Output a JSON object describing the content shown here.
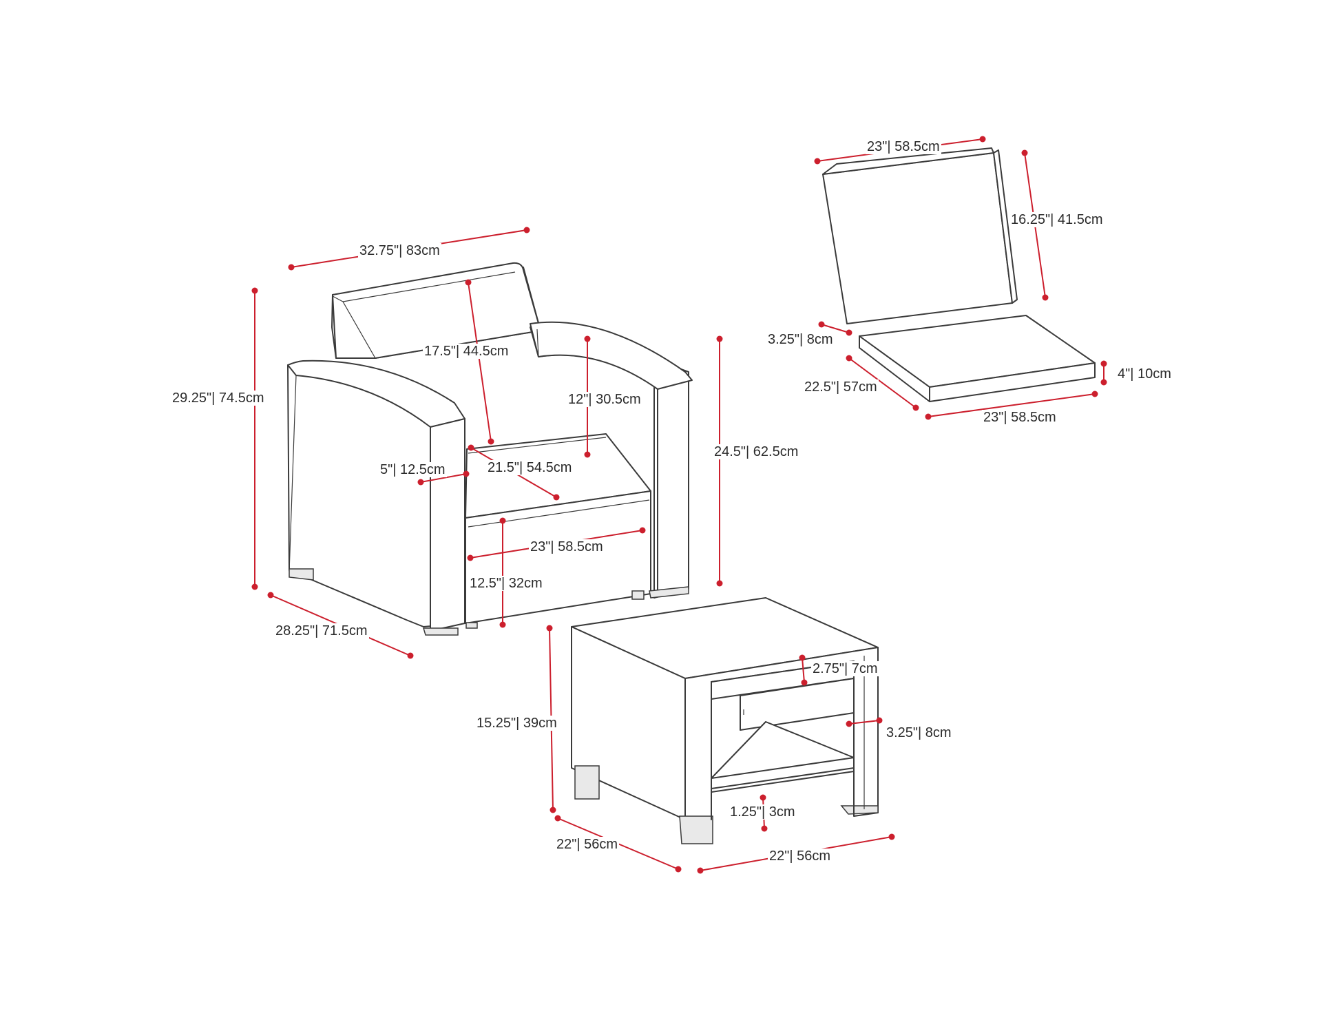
{
  "colors": {
    "dimension": "#cc1f2d",
    "outline": "#3a3a3a",
    "label_text": "#2b2b2b",
    "background": "#ffffff"
  },
  "chair": {
    "width": "32.75\"| 83cm",
    "height": "29.25\"| 74.5cm",
    "depth": "28.25\"| 71.5cm",
    "back_height": "17.5\"| 44.5cm",
    "arm_height_above_seat": "12\"| 30.5cm",
    "seat_depth": "21.5\"| 54.5cm",
    "arm_width": "5\"| 12.5cm",
    "seat_width": "23\"| 58.5cm",
    "seat_height": "12.5\"| 32cm",
    "arm_height": "24.5\"| 62.5cm"
  },
  "cushions": {
    "back_width": "23\"| 58.5cm",
    "back_height": "16.25\"| 41.5cm",
    "back_thickness": "3.25\"| 8cm",
    "seat_thickness": "4\"| 10cm",
    "seat_depth": "22.5\"| 57cm",
    "seat_width": "23\"| 58.5cm"
  },
  "table": {
    "height": "15.25\"| 39cm",
    "top_thickness": "2.75\"| 7cm",
    "leg_width": "3.25\"| 8cm",
    "shelf_thickness": "1.25\"| 3cm",
    "depth": "22\"| 56cm",
    "width": "22\"| 56cm"
  }
}
